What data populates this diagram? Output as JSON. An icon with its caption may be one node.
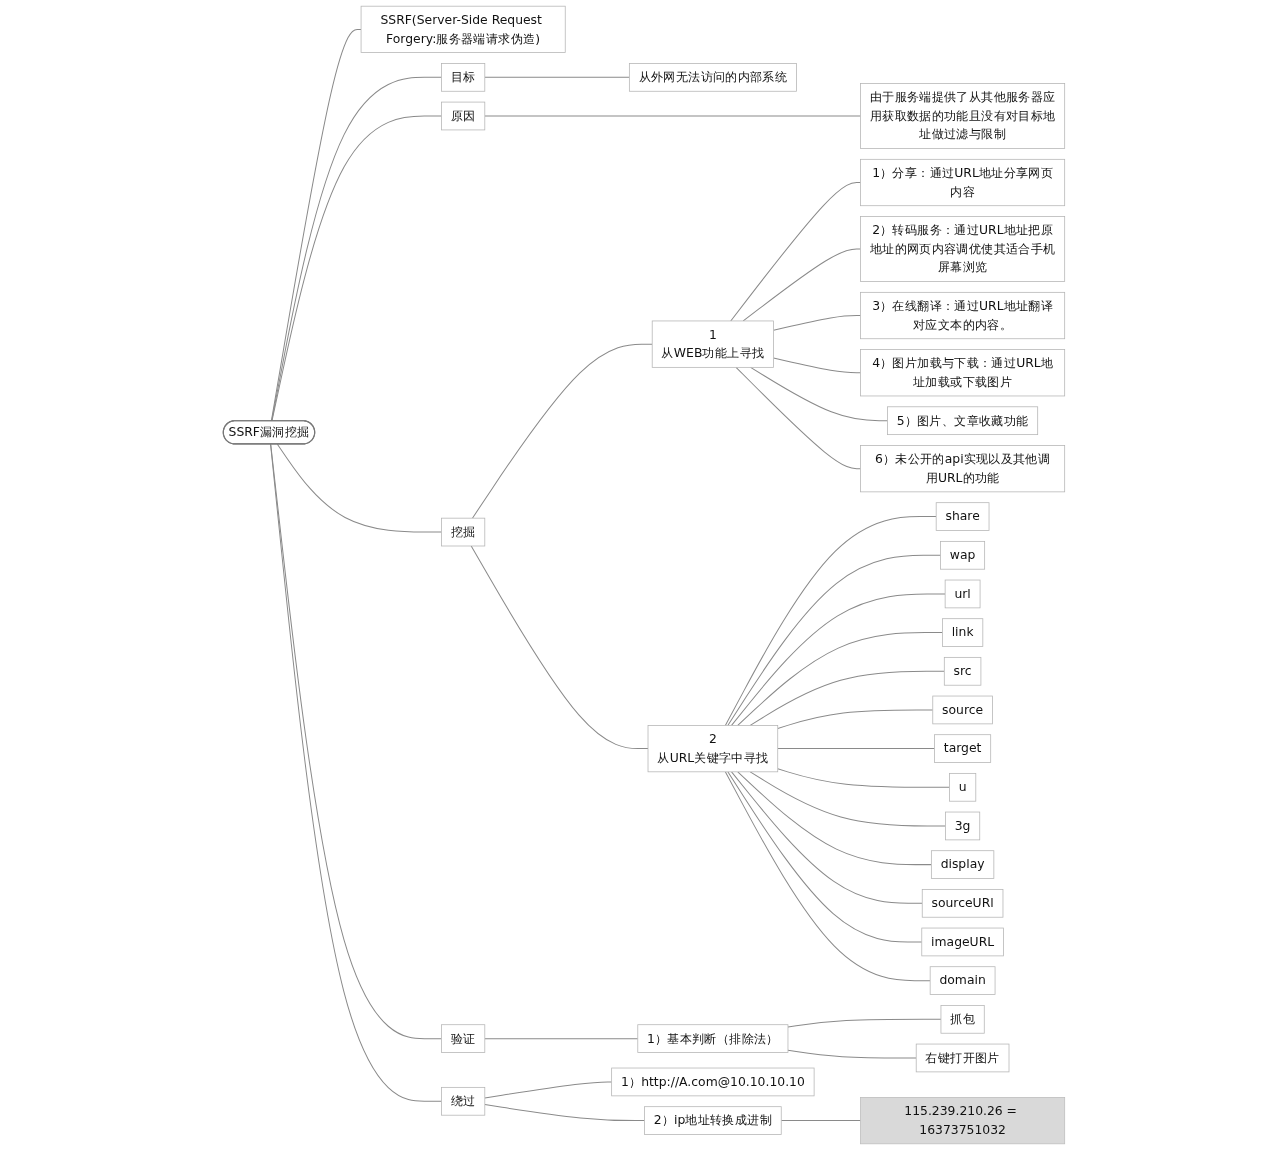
{
  "diagram": {
    "nodes": [
      {
        "text": [
          "SSRF漏洞挖掘"
        ]
      },
      {
        "text": [
          "SSRF(Server-Side Request Forgery:服务器端请求伪造)"
        ]
      },
      {
        "text": [
          "目标"
        ]
      },
      {
        "text": [
          "从外网无法访问的内部系统"
        ]
      },
      {
        "text": [
          "原因"
        ]
      },
      {
        "text": [
          "由于服务端提供了从其他服务器应用获取数据的功能且没有对目标地址做过滤与限制"
        ]
      },
      {
        "text": [
          "挖掘"
        ]
      },
      {
        "text": [
          "1",
          "从WEB功能上寻找"
        ]
      },
      {
        "text": [
          "1）分享：通过URL地址分享网页内容"
        ]
      },
      {
        "text": [
          "2）转码服务：通过URL地址把原地址的网页内容调优使其适合手机屏幕浏览"
        ]
      },
      {
        "text": [
          "3）在线翻译：通过URL地址翻译对应文本的内容。"
        ]
      },
      {
        "text": [
          "4）图片加载与下载：通过URL地址加载或下载图片"
        ]
      },
      {
        "text": [
          "5）图片、文章收藏功能"
        ]
      },
      {
        "text": [
          "6）未公开的api实现以及其他调用URL的功能"
        ]
      },
      {
        "text": [
          "2",
          "从URL关键字中寻找"
        ]
      },
      {
        "text": [
          "share"
        ]
      },
      {
        "text": [
          "wap"
        ]
      },
      {
        "text": [
          "url"
        ]
      },
      {
        "text": [
          "link"
        ]
      },
      {
        "text": [
          "src"
        ]
      },
      {
        "text": [
          "source"
        ]
      },
      {
        "text": [
          "target"
        ]
      },
      {
        "text": [
          "u"
        ]
      },
      {
        "text": [
          "3g"
        ]
      },
      {
        "text": [
          "display"
        ]
      },
      {
        "text": [
          "sourceURl"
        ]
      },
      {
        "text": [
          "imageURL"
        ]
      },
      {
        "text": [
          "domain"
        ]
      },
      {
        "text": [
          "验证"
        ]
      },
      {
        "text": [
          "1）基本判断（排除法）"
        ]
      },
      {
        "text": [
          "抓包"
        ]
      },
      {
        "text": [
          "右键打开图片"
        ]
      },
      {
        "text": [
          "绕过"
        ]
      },
      {
        "text": [
          "1）http://A.com@10.10.10.10"
        ]
      },
      {
        "text": [
          "2）ip地址转换成进制"
        ]
      },
      {
        "text": [
          "115.239.210.26 = 16373751032"
        ]
      }
    ],
    "edges": [
      {
        "from": 0,
        "to": 1,
        "arrow": "none"
      },
      {
        "from": 0,
        "to": 2,
        "arrow": "none"
      },
      {
        "from": 2,
        "to": 3,
        "arrow": "none"
      },
      {
        "from": 0,
        "to": 4,
        "arrow": "none"
      },
      {
        "from": 4,
        "to": 5,
        "arrow": "none"
      },
      {
        "from": 0,
        "to": 6,
        "arrow": "none"
      },
      {
        "from": 6,
        "to": 7,
        "arrow": "none"
      },
      {
        "from": 7,
        "to": 8,
        "arrow": "none"
      },
      {
        "from": 7,
        "to": 9,
        "arrow": "none"
      },
      {
        "from": 7,
        "to": 10,
        "arrow": "none"
      },
      {
        "from": 7,
        "to": 11,
        "arrow": "none"
      },
      {
        "from": 7,
        "to": 12,
        "arrow": "none"
      },
      {
        "from": 7,
        "to": 13,
        "arrow": "none"
      },
      {
        "from": 6,
        "to": 14,
        "arrow": "none"
      },
      {
        "from": 14,
        "to": 15,
        "arrow": "none"
      },
      {
        "from": 14,
        "to": 16,
        "arrow": "none"
      },
      {
        "from": 14,
        "to": 17,
        "arrow": "none"
      },
      {
        "from": 14,
        "to": 18,
        "arrow": "none"
      },
      {
        "from": 14,
        "to": 19,
        "arrow": "none"
      },
      {
        "from": 14,
        "to": 20,
        "arrow": "none"
      },
      {
        "from": 14,
        "to": 21,
        "arrow": "none"
      },
      {
        "from": 14,
        "to": 22,
        "arrow": "none"
      },
      {
        "from": 14,
        "to": 23,
        "arrow": "none"
      },
      {
        "from": 14,
        "to": 24,
        "arrow": "none"
      },
      {
        "from": 14,
        "to": 25,
        "arrow": "none"
      },
      {
        "from": 14,
        "to": 26,
        "arrow": "none"
      },
      {
        "from": 14,
        "to": 27,
        "arrow": "none"
      },
      {
        "from": 0,
        "to": 28,
        "arrow": "none"
      },
      {
        "from": 28,
        "to": 29,
        "arrow": "none"
      },
      {
        "from": 29,
        "to": 30,
        "arrow": "none"
      },
      {
        "from": 29,
        "to": 31,
        "arrow": "none"
      },
      {
        "from": 0,
        "to": 32,
        "arrow": "none"
      },
      {
        "from": 32,
        "to": 33,
        "arrow": "none"
      },
      {
        "from": 32,
        "to": 34,
        "arrow": "none"
      },
      {
        "from": 34,
        "to": 35,
        "arrow": "none"
      }
    ]
  }
}
